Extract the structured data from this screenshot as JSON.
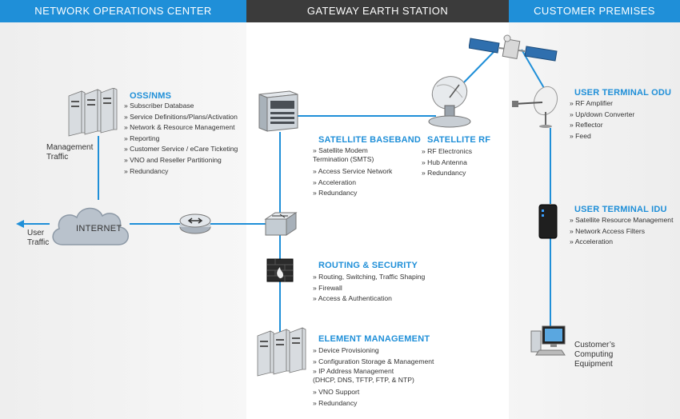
{
  "headers": {
    "noc": "NETWORK OPERATIONS CENTER",
    "gateway": "GATEWAY EARTH STATION",
    "customer": "CUSTOMER PREMISES"
  },
  "labels": {
    "management_traffic": "Management\nTraffic",
    "internet": "INTERNET",
    "user_traffic": "User\nTraffic",
    "customer_equipment": "Customer’s\nComputing\nEquipment"
  },
  "sections": {
    "oss": {
      "title": "OSS/NMS",
      "items": [
        "Subscriber Database",
        "Service Definitions/Plans/Activation",
        "Network & Resource Management",
        "Reporting",
        "Customer Service / eCare Ticketing",
        "VNO and Reseller Partitioning",
        "Redundancy"
      ]
    },
    "baseband": {
      "title": "SATELLITE BASEBAND",
      "items": [
        "Satellite Modem\nTermination (SMTS)",
        "Access Service Network",
        "Acceleration",
        "Redundancy"
      ]
    },
    "rf": {
      "title": "SATELLITE RF",
      "items": [
        "RF Electronics",
        "Hub Antenna",
        "Redundancy"
      ]
    },
    "odu": {
      "title": "USER TERMINAL ODU",
      "items": [
        "RF Amplifier",
        "Up/down Converter",
        "Reflector",
        "Feed"
      ]
    },
    "idu": {
      "title": "USER TERMINAL IDU",
      "items": [
        "Satellite Resource Management",
        "Network Access Filters",
        "Acceleration"
      ]
    },
    "routing": {
      "title": "ROUTING & SECURITY",
      "items": [
        "Routing, Switching, Traffic Shaping",
        "Firewall",
        "Access & Authentication"
      ]
    },
    "element": {
      "title": "ELEMENT MANAGEMENT",
      "items": [
        "Device Provisioning",
        "Configuration Storage & Management",
        "IP Address Management\n(DHCP, DNS, TFTP, FTP, & NTP)",
        "VNO Support",
        "Redundancy"
      ]
    }
  },
  "colors": {
    "accent": "#1f8fd8",
    "dark_header": "#3b3b3b"
  }
}
